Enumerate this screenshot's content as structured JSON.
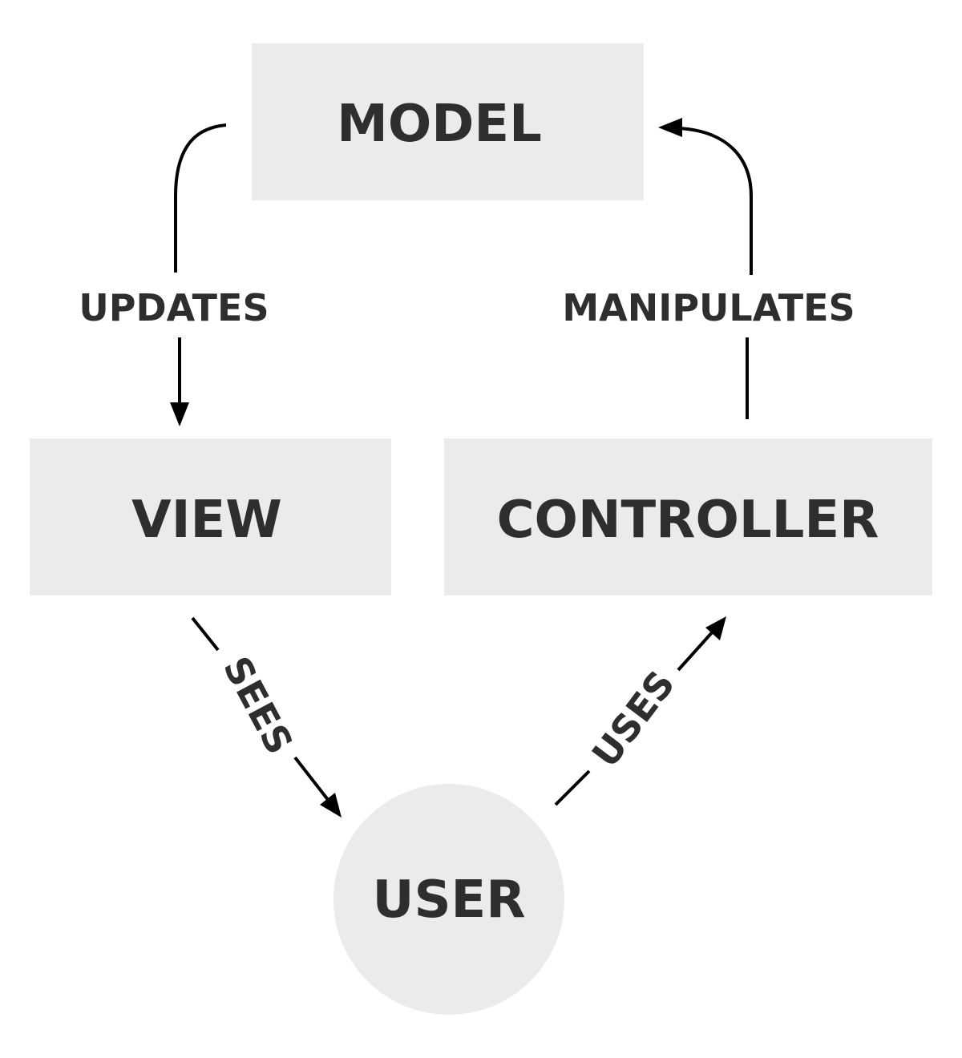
{
  "nodes": {
    "model": "MODEL",
    "view": "VIEW",
    "controller": "CONTROLLER",
    "user": "USER"
  },
  "edges": {
    "updates": "UPDATES",
    "manipulates": "MANIPULATES",
    "sees": "SEES",
    "uses": "USES"
  },
  "colors": {
    "node_fill": "#ebebeb",
    "text": "#2e2e2e",
    "arrow": "#000000"
  }
}
